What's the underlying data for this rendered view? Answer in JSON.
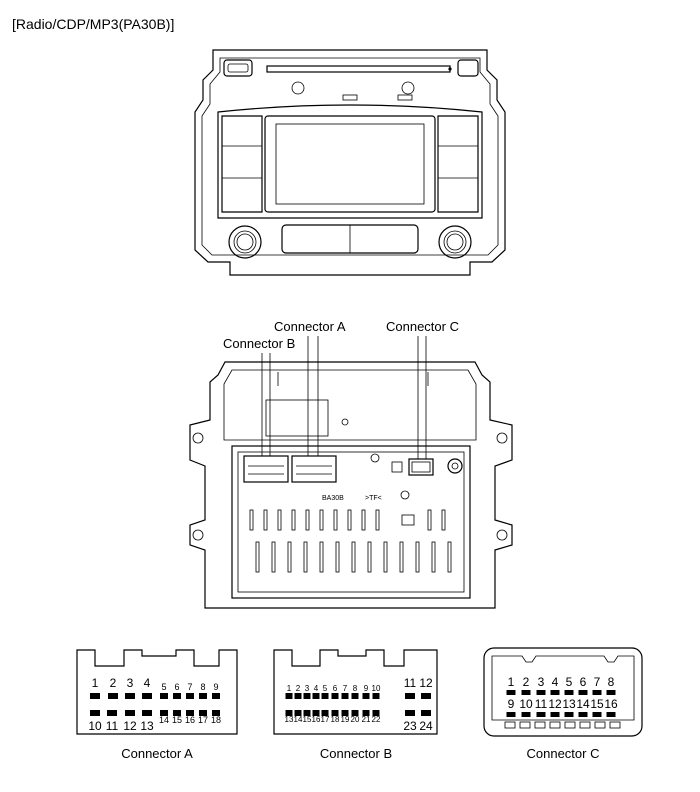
{
  "title": "[Radio/CDP/MP3(PA30B)]",
  "callouts": {
    "connector_a": "Connector A",
    "connector_b": "Connector B",
    "connector_c": "Connector C"
  },
  "rear_text": {
    "part_number": "BA30B",
    "marking": ">TF<"
  },
  "connectors": {
    "a": {
      "label": "Connector A",
      "top_pins": [
        "1",
        "2",
        "3",
        "4",
        "5",
        "6",
        "7",
        "8",
        "9"
      ],
      "bottom_pins": [
        "10",
        "11",
        "12",
        "13",
        "14",
        "15",
        "16",
        "17",
        "18"
      ]
    },
    "b": {
      "label": "Connector B",
      "top_pins": [
        "1",
        "2",
        "3",
        "4",
        "5",
        "6",
        "7",
        "8",
        "9",
        "10",
        "11",
        "12"
      ],
      "bottom_pins": [
        "13",
        "14",
        "15",
        "16",
        "17",
        "18",
        "19",
        "20",
        "21",
        "22",
        "23",
        "24"
      ]
    },
    "c": {
      "label": "Connector C",
      "top_pins": [
        "1",
        "2",
        "3",
        "4",
        "5",
        "6",
        "7",
        "8"
      ],
      "bottom_pins": [
        "9",
        "10",
        "11",
        "12",
        "13",
        "14",
        "15",
        "16"
      ]
    }
  }
}
